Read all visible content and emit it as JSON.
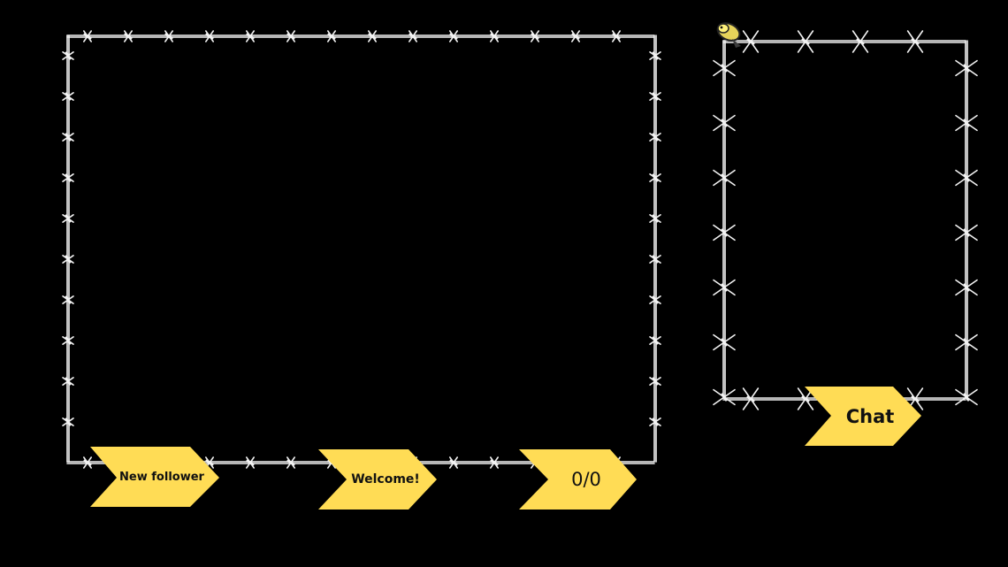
{
  "overlay": {
    "background_color": "#000000",
    "wire_color": "#f2f2f2",
    "accent_color": "#ffdc55",
    "labels": {
      "new_follower": "New follower",
      "welcome": "Welcome!",
      "goal_counter": "0/0",
      "chat": "Chat"
    },
    "icons": {
      "wire_frame_main": "barbed-wire-frame",
      "wire_frame_chat": "barbed-wire-frame",
      "bird": "yellow-bird-icon"
    }
  }
}
